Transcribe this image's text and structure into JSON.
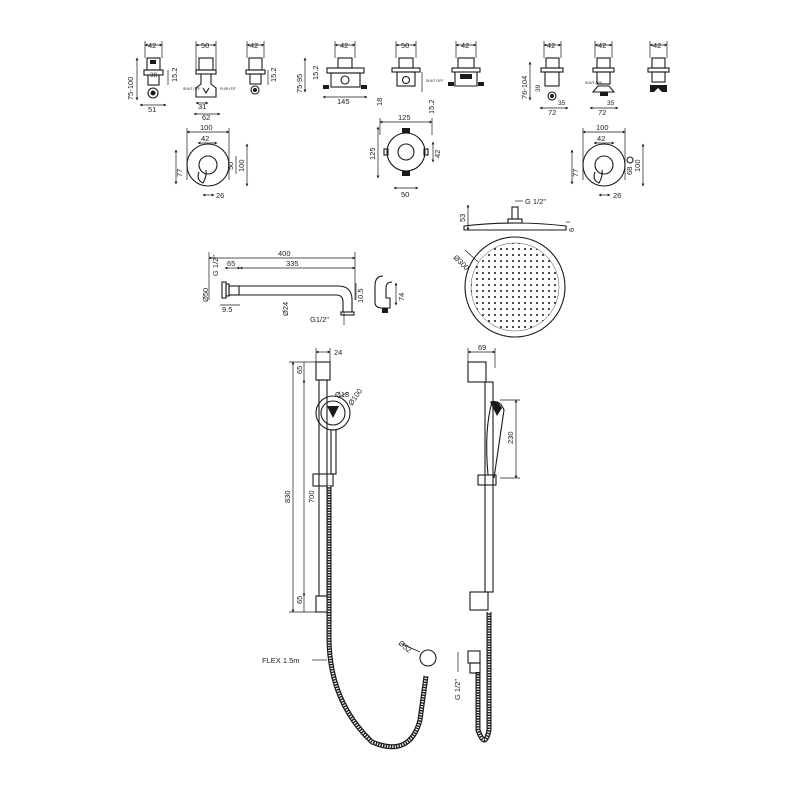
{
  "valves_top": {
    "v1": {
      "w_top": "42",
      "h": "75-100",
      "d": "15.2",
      "b1": "51",
      "s": "38"
    },
    "v2": {
      "w_top": "50",
      "b1": "31",
      "b2": "62",
      "lab_a": "SHUT OFF",
      "lab_b": "PUSH FIT"
    },
    "v3": {
      "w_top": "42",
      "d": "15.2"
    },
    "v4": {
      "w_top": "42",
      "h": "75-95",
      "d": "15.2",
      "w": "145",
      "s": "18"
    },
    "v5": {
      "w_top": "50",
      "d": "15.2",
      "lab": "SHUT OFF"
    },
    "v6": {
      "w_top": "42"
    },
    "v7": {
      "w_top": "42",
      "h": "76-104",
      "s": "39",
      "b1": "72",
      "s2": "35"
    },
    "v8": {
      "w_top": "42",
      "b1": "72",
      "s2": "35",
      "lab": "SHUT OFF"
    },
    "v9": {
      "w_top": "42"
    }
  },
  "faceplates": {
    "left": {
      "w": "100",
      "inner": "42",
      "h": "100",
      "s": "50",
      "side": "77",
      "bot": "26"
    },
    "mid": {
      "w": "125",
      "h": "125",
      "inner": "42",
      "bot": "50"
    },
    "right": {
      "w": "100",
      "inner": "42",
      "h": "100",
      "s": "68",
      "side": "77",
      "bot": "26"
    }
  },
  "arm": {
    "len": "400",
    "len2": "335",
    "flange": "65",
    "thread": "G 1/2\"",
    "dia": "Ø50",
    "pipe": "Ø24",
    "thread2": "G1/2\"",
    "d1": "10.5",
    "d2": "9.5",
    "elbow_h": "74"
  },
  "head": {
    "thread": "G 1/2\"",
    "h": "53",
    "thk": "6",
    "dia": "Ø300"
  },
  "rail_front": {
    "top": "24",
    "rail": "830",
    "slide": "700",
    "top_gap": "65",
    "bot_gap": "65",
    "handset": "Ø100",
    "handle": "Ø18",
    "hose": "FLEX 1.5m",
    "outlet": "Ø52"
  },
  "rail_side": {
    "depth": "69",
    "handset_h": "230",
    "thread": "G 1/2\""
  }
}
